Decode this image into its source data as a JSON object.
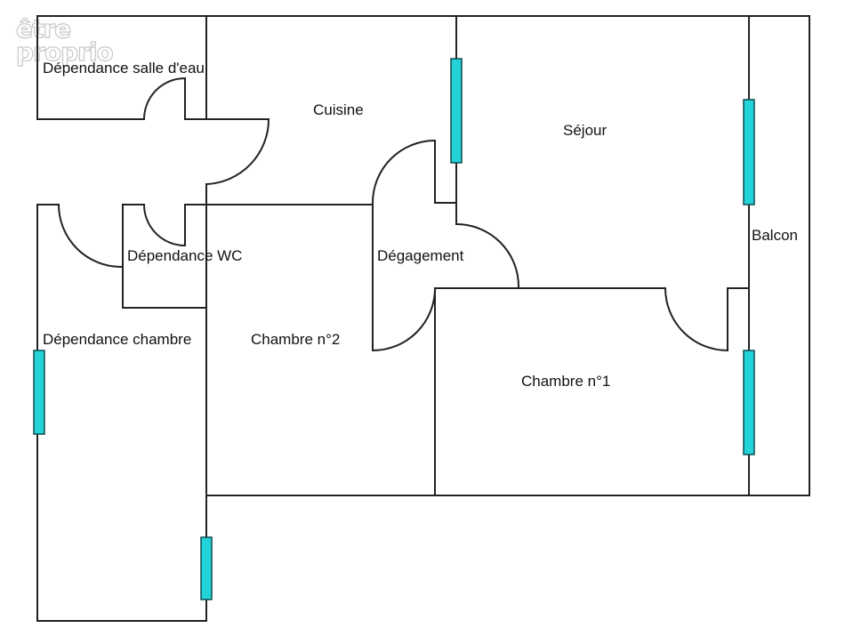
{
  "watermark": [
    "être",
    "proprio"
  ],
  "colors": {
    "wall": "#222222",
    "window": "#22d3d8",
    "background": "#ffffff"
  },
  "rooms": {
    "salle_eau": "Dépendance salle d'eau",
    "cuisine": "Cuisine",
    "sejour": "Séjour",
    "wc": "Dépendance WC",
    "degagement": "Dégagement",
    "balcon": "Balcon",
    "dep_chambre": "Dépendance chambre",
    "chambre2": "Chambre n°2",
    "chambre1": "Chambre n°1"
  }
}
